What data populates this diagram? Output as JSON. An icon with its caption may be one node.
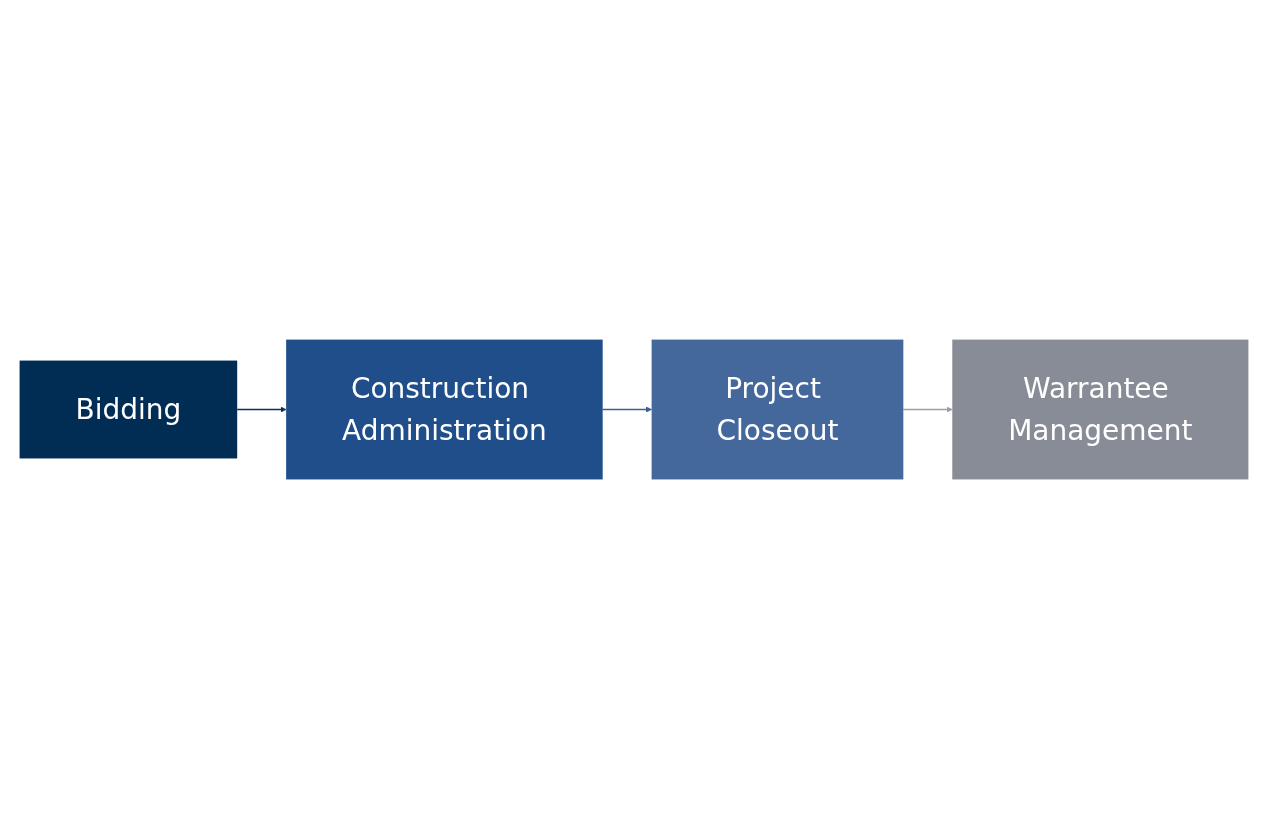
{
  "diagram": {
    "nodes": [
      {
        "text": [
          "Bidding"
        ]
      },
      {
        "text": [
          "Construction Administration"
        ]
      },
      {
        "text": [
          "Project Closeout"
        ]
      },
      {
        "text": [
          "Warrantee Management"
        ]
      }
    ],
    "edges": [
      {
        "from": 0,
        "to": 1,
        "arrow": "to",
        "color": "#0b2f57"
      },
      {
        "from": 1,
        "to": 2,
        "arrow": "to",
        "color": "#3d5f8f"
      },
      {
        "from": 2,
        "to": 3,
        "arrow": "to",
        "color": "#9a9ea8"
      }
    ]
  }
}
